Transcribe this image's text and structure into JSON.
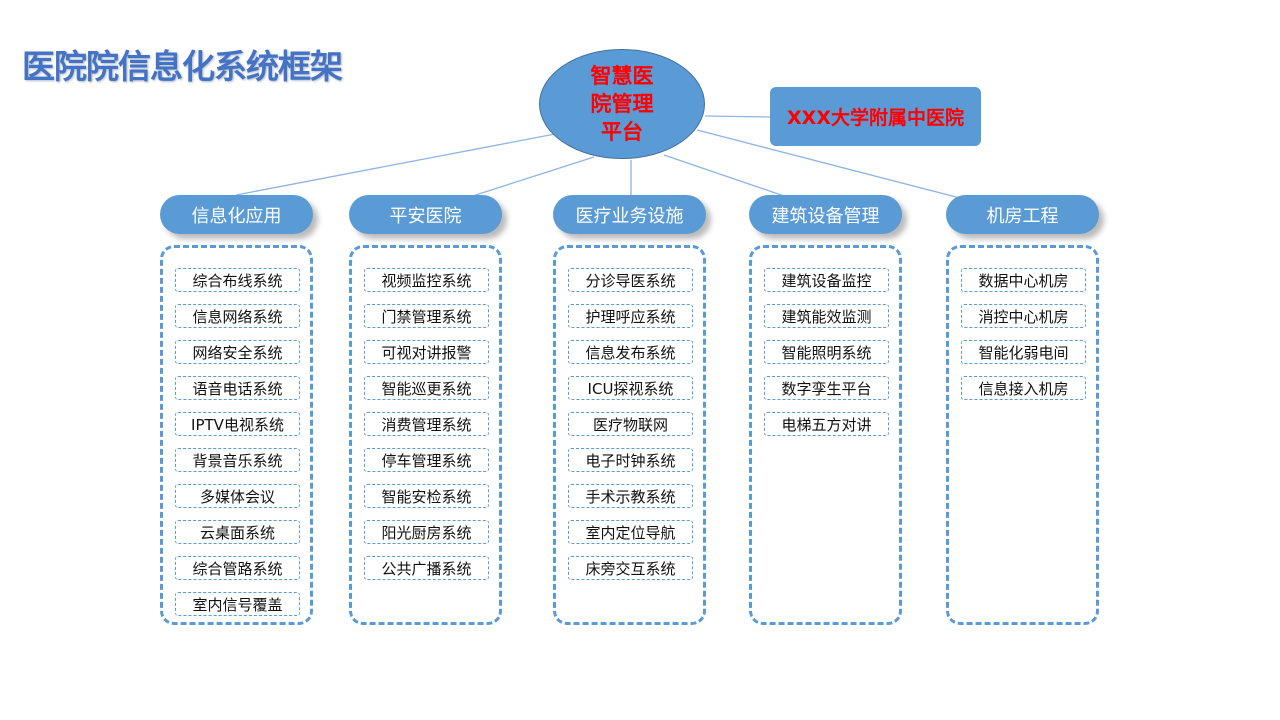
{
  "title": "医院院信息化系统框架",
  "hub": "智慧医\n院管理\n平台",
  "org": "XXX大学附属中医院",
  "colors": {
    "accent": "#5b9bd5",
    "title": "#4472c4",
    "highlight": "#ff0000"
  },
  "columns": [
    {
      "label": "信息化应用",
      "items": [
        "综合布线系统",
        "信息网络系统",
        "网络安全系统",
        "语音电话系统",
        "IPTV电视系统",
        "背景音乐系统",
        "多媒体会议",
        "云桌面系统",
        "综合管路系统",
        "室内信号覆盖"
      ]
    },
    {
      "label": "平安医院",
      "items": [
        "视频监控系统",
        "门禁管理系统",
        "可视对讲报警",
        "智能巡更系统",
        "消费管理系统",
        "停车管理系统",
        "智能安检系统",
        "阳光厨房系统",
        "公共广播系统"
      ]
    },
    {
      "label": "医疗业务设施",
      "items": [
        "分诊导医系统",
        "护理呼应系统",
        "信息发布系统",
        "ICU探视系统",
        "医疗物联网",
        "电子时钟系统",
        "手术示教系统",
        "室内定位导航",
        "床旁交互系统"
      ]
    },
    {
      "label": "建筑设备管理",
      "items": [
        "建筑设备监控",
        "建筑能效监测",
        "智能照明系统",
        "数字孪生平台",
        "电梯五方对讲"
      ]
    },
    {
      "label": "机房工程",
      "items": [
        "数据中心机房",
        "消控中心机房",
        "智能化弱电间",
        "信息接入机房"
      ]
    }
  ]
}
